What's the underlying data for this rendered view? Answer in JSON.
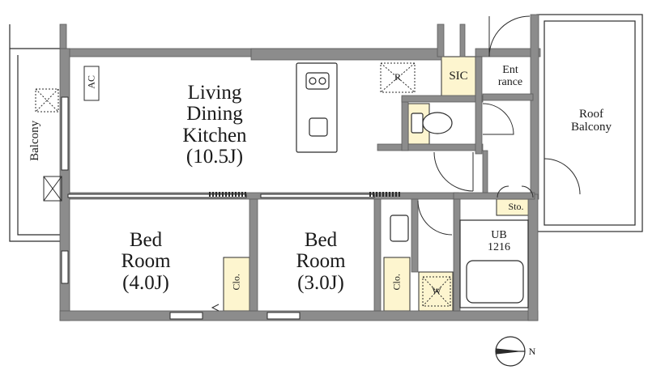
{
  "rooms": {
    "ldk": {
      "line1": "Living",
      "line2": "Dining",
      "line3": "Kitchen",
      "size": "(10.5J)"
    },
    "bed1": {
      "line1": "Bed",
      "line2": "Room",
      "size": "(4.0J)"
    },
    "bed2": {
      "line1": "Bed",
      "line2": "Room",
      "size": "(3.0J)"
    },
    "roof_balcony": {
      "line1": "Roof",
      "line2": "Balcony"
    },
    "balcony": "Balcony",
    "entrance": {
      "line1": "Ent",
      "line2": "rance"
    },
    "sic": "SIC",
    "sto": "Sto.",
    "ub": {
      "line1": "UB",
      "line2": "1216"
    },
    "clo1": "Clo.",
    "clo2": "Clo.",
    "ac": "AC",
    "refrigerator": "R",
    "washer": "W",
    "north": "N"
  },
  "colors": {
    "wall": "#8c8c8c",
    "wall_dark": "#6f6f6f",
    "storage": "#fdf5cf",
    "line": "#2b2b2b"
  }
}
